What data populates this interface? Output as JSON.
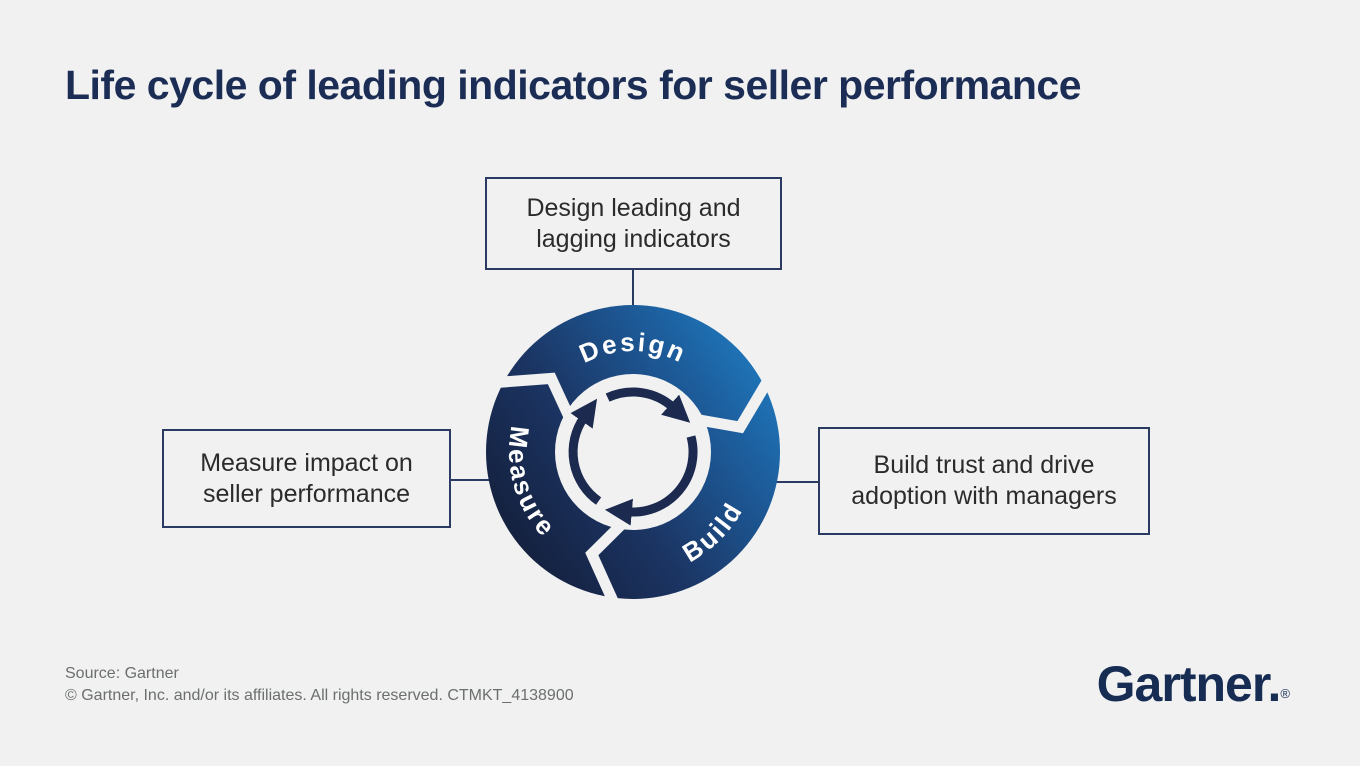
{
  "title": "Life cycle of leading indicators for seller performance",
  "callouts": {
    "design": "Design leading and lagging indicators",
    "build": "Build trust and drive adoption with managers",
    "measure": "Measure impact on seller performance"
  },
  "cycle": {
    "stages": [
      "Design",
      "Build",
      "Measure"
    ]
  },
  "footer": {
    "source": "Source: Gartner",
    "copyright": "© Gartner, Inc. and/or its affiliates. All rights reserved. CTMKT_4138900",
    "logo": "Gartner.",
    "registered_mark": "®"
  },
  "colors": {
    "background": "#f1f1f2",
    "title_navy": "#1b2d55",
    "box_border_navy": "#2b3a62",
    "box_text": "#2b2b2b",
    "ring_gradient_dark": "#131c36",
    "ring_gradient_mid": "#1b3462",
    "ring_gradient_bright": "#1e7fc4",
    "inner_arrow_navy": "#1b2a4e",
    "stage_label_white": "#ffffff",
    "footer_gray": "#6b6f6e",
    "logo_navy": "#162c53"
  }
}
